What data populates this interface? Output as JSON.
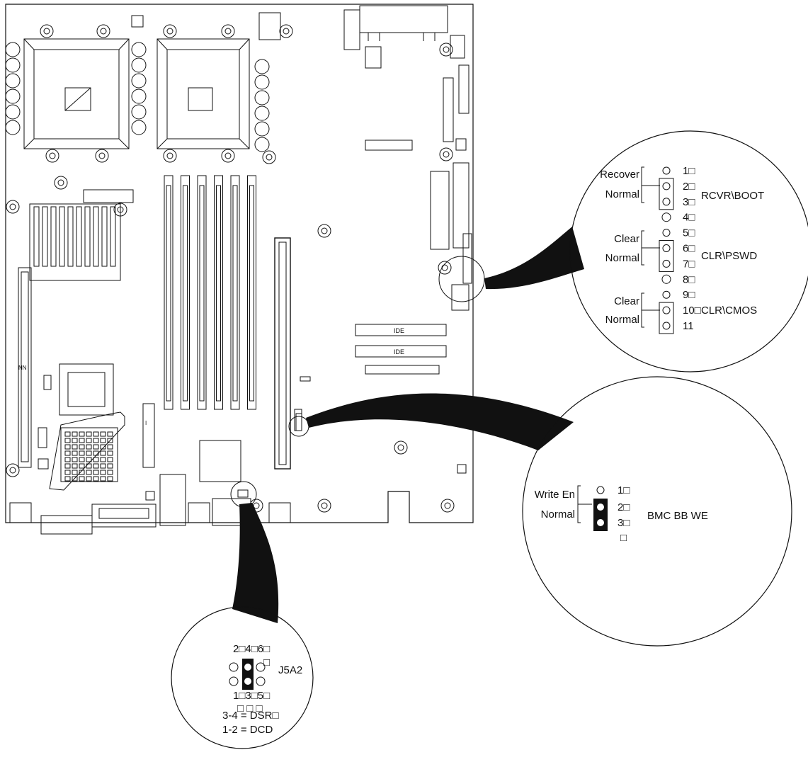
{
  "board": {
    "ide_label_1": "IDE",
    "ide_label_2": "IDE",
    "slot_mark": "NN",
    "slot_mark_2": "I"
  },
  "jumper_block_top": {
    "pins": [
      {
        "number": "1□",
        "state": "open"
      },
      {
        "number": "2□",
        "state": "jumpered"
      },
      {
        "number": "3□",
        "state": "jumpered"
      },
      {
        "number": "4□",
        "state": "solid"
      },
      {
        "number": "5□",
        "state": "open"
      },
      {
        "number": "6□",
        "state": "jumpered"
      },
      {
        "number": "7□",
        "state": "jumpered"
      },
      {
        "number": "8□",
        "state": "solid"
      },
      {
        "number": "9□",
        "state": "open"
      },
      {
        "number": "10□",
        "state": "jumpered"
      },
      {
        "number": "11",
        "state": "jumpered"
      }
    ],
    "groups": [
      {
        "name": "RCVR\\BOOT",
        "option_a": "Recover",
        "option_b": "Normal"
      },
      {
        "name": "CLR\\PSWD",
        "option_a": "Clear",
        "option_b": "Normal"
      },
      {
        "name": "CLR\\CMOS",
        "option_a": "Clear",
        "option_b": "Normal"
      }
    ]
  },
  "jumper_block_bmc": {
    "name": "BMC BB WE",
    "option_a": "Write En",
    "option_b": "Normal",
    "pins": [
      "1□",
      "2□",
      "3□",
      "□"
    ]
  },
  "jumper_block_j5a2": {
    "name": "J5A2",
    "top_pins": "2□4□6□",
    "bottom_pins": "1□3□5□",
    "under_marks": "□ □ □",
    "side_mark": "□",
    "setting_1": "3-4 = DSR□",
    "setting_2": "1-2 = DCD"
  },
  "colors": {
    "ink": "#111111",
    "background": "#ffffff"
  }
}
